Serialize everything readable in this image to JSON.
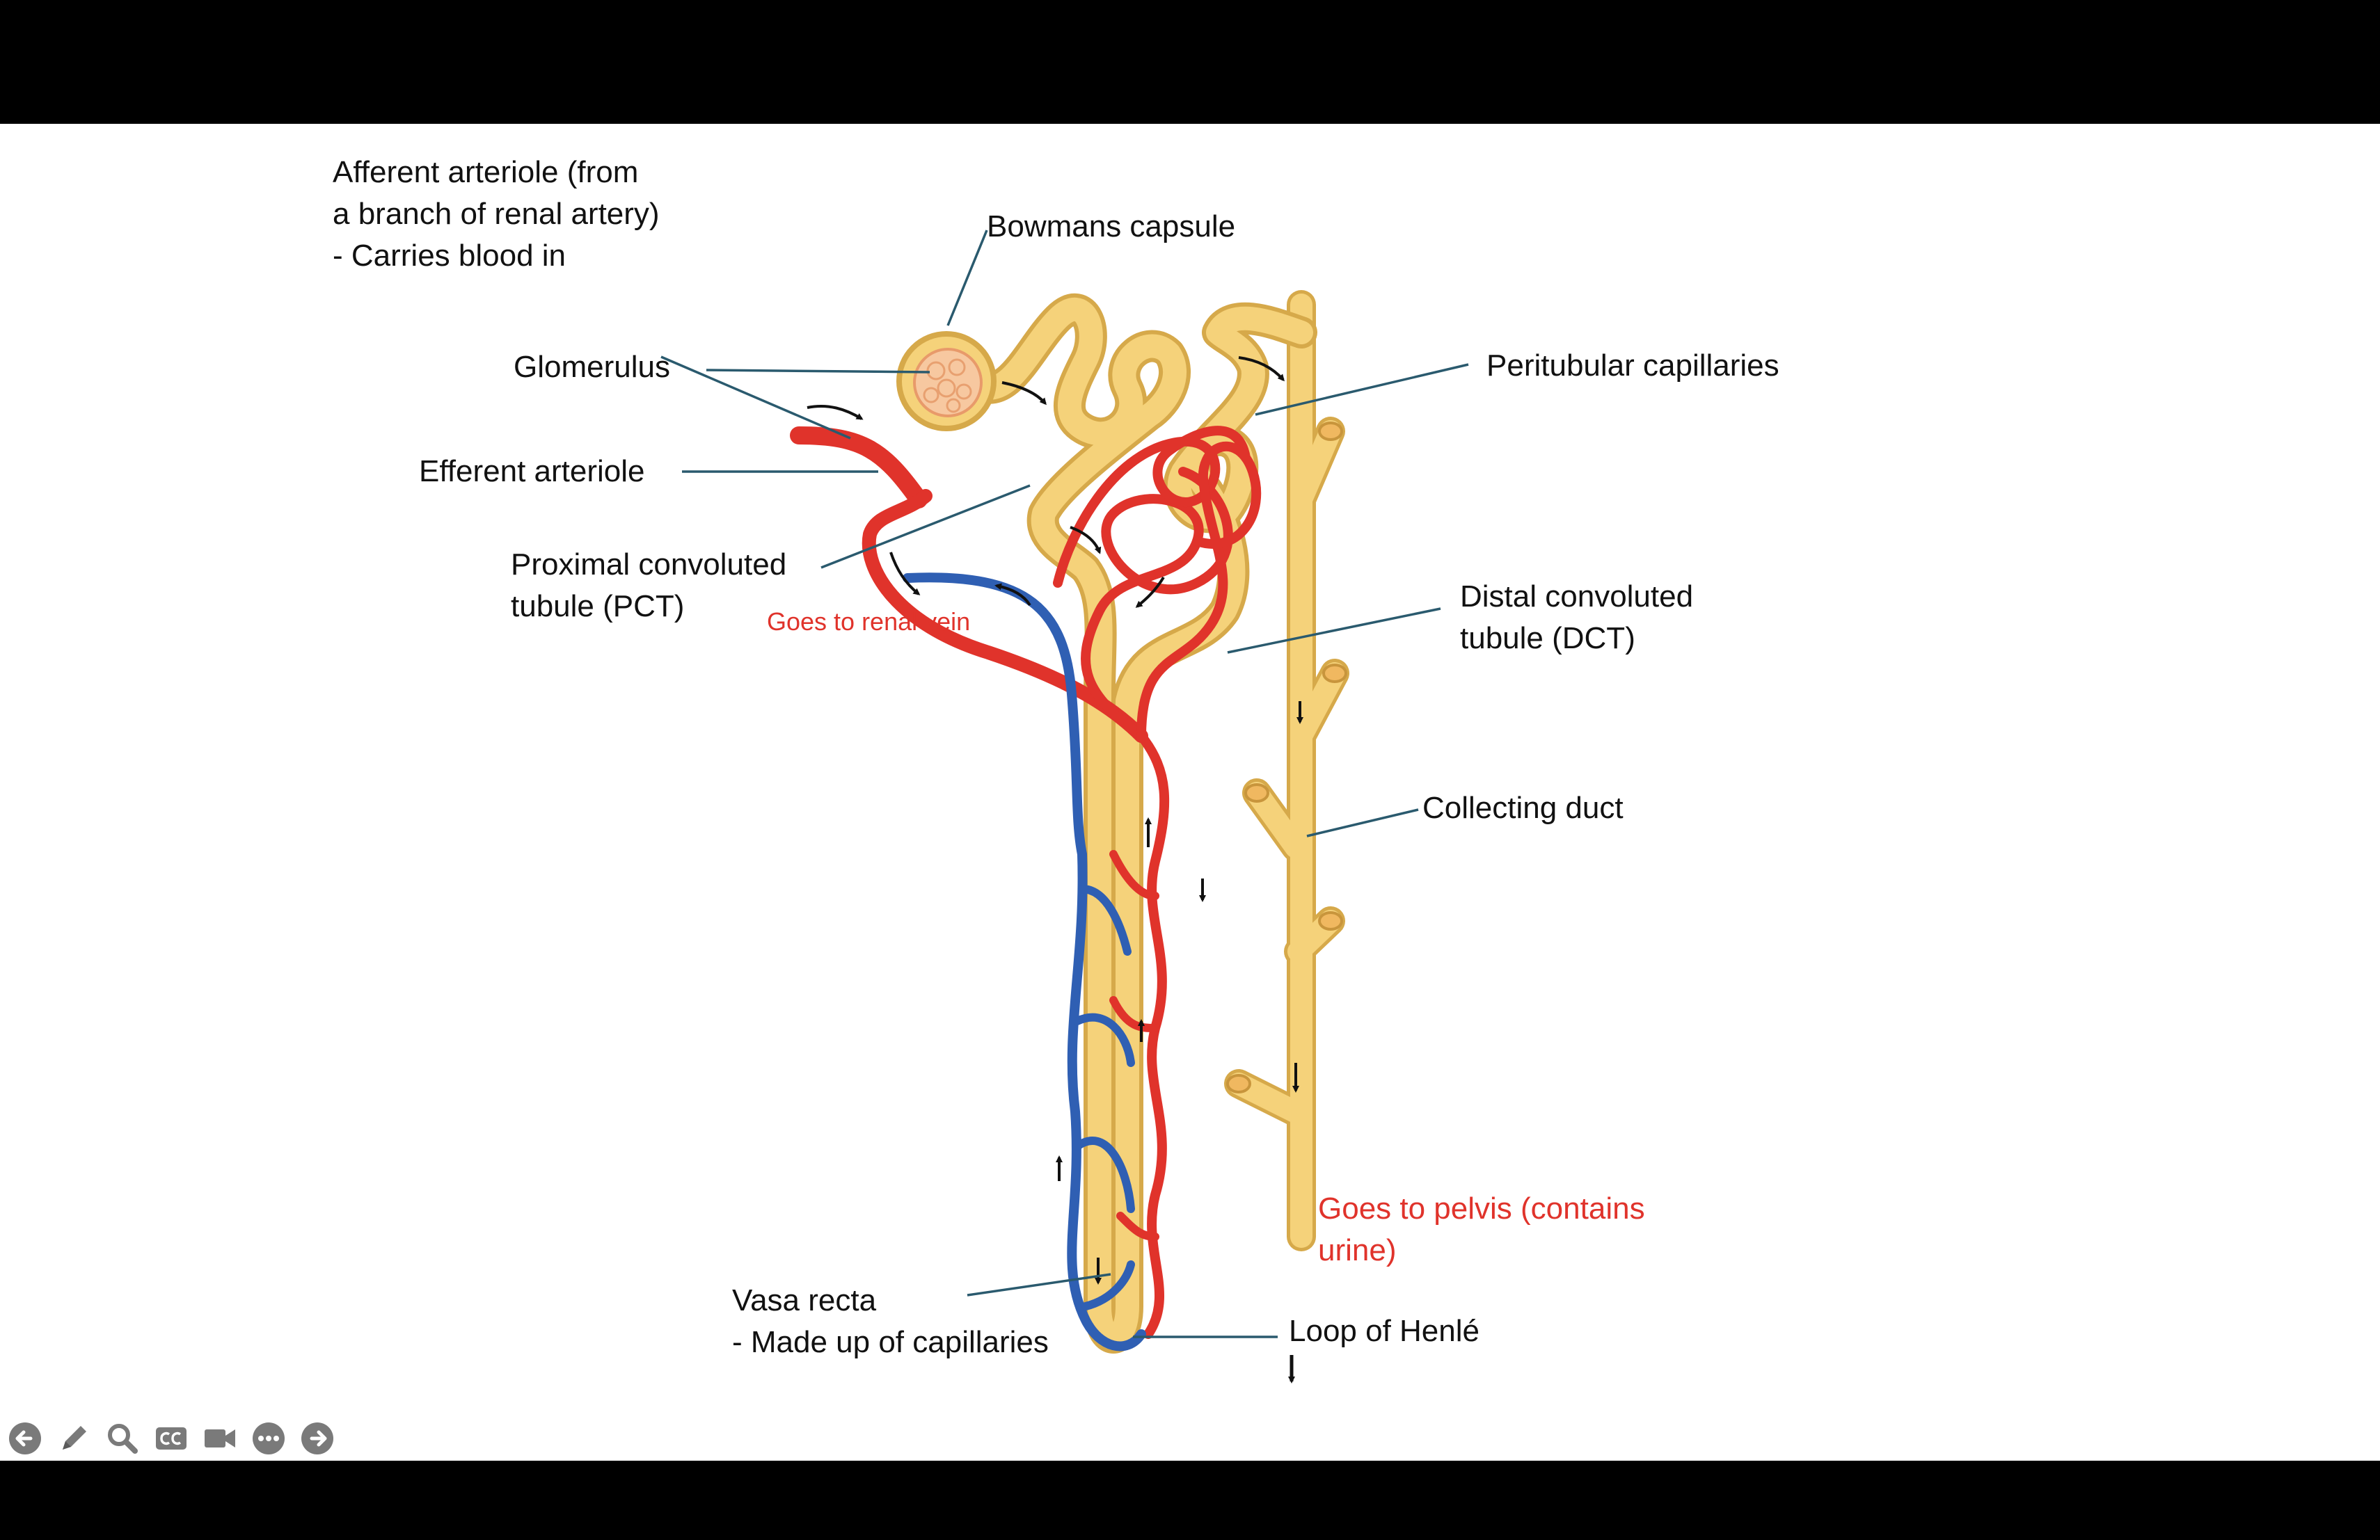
{
  "labels": {
    "afferent": [
      "Afferent arteriole (from",
      "a branch of renal artery)",
      "- Carries blood in"
    ],
    "bowmans": "Bowmans capsule",
    "glomerulus": "Glomerulus",
    "efferent": "Efferent arteriole",
    "pct": [
      "Proximal convoluted",
      "tubule (PCT)"
    ],
    "renal_vein": "Goes to renal vein",
    "peritubular": "Peritubular capillaries",
    "dct": [
      "Distal convoluted",
      "tubule (DCT)"
    ],
    "collecting": "Collecting duct",
    "pelvis": [
      "Goes to pelvis (contains",
      "urine)"
    ],
    "vasa_recta": [
      "Vasa recta",
      "- Made up of capillaries"
    ],
    "henle": "Loop of Henlé"
  },
  "colors": {
    "artery": "#e0332b",
    "vein": "#2f5fb3",
    "tubule": "#f5d27a",
    "tubule_edge": "#d6a94a",
    "leader": "#2a5a6e",
    "red_text": "#e0332b"
  },
  "toolbar": {
    "buttons": [
      "arrow-left-icon",
      "pen-icon",
      "magnifier-icon",
      "cc-icon",
      "video-camera-icon",
      "more-icon",
      "arrow-right-icon"
    ]
  }
}
